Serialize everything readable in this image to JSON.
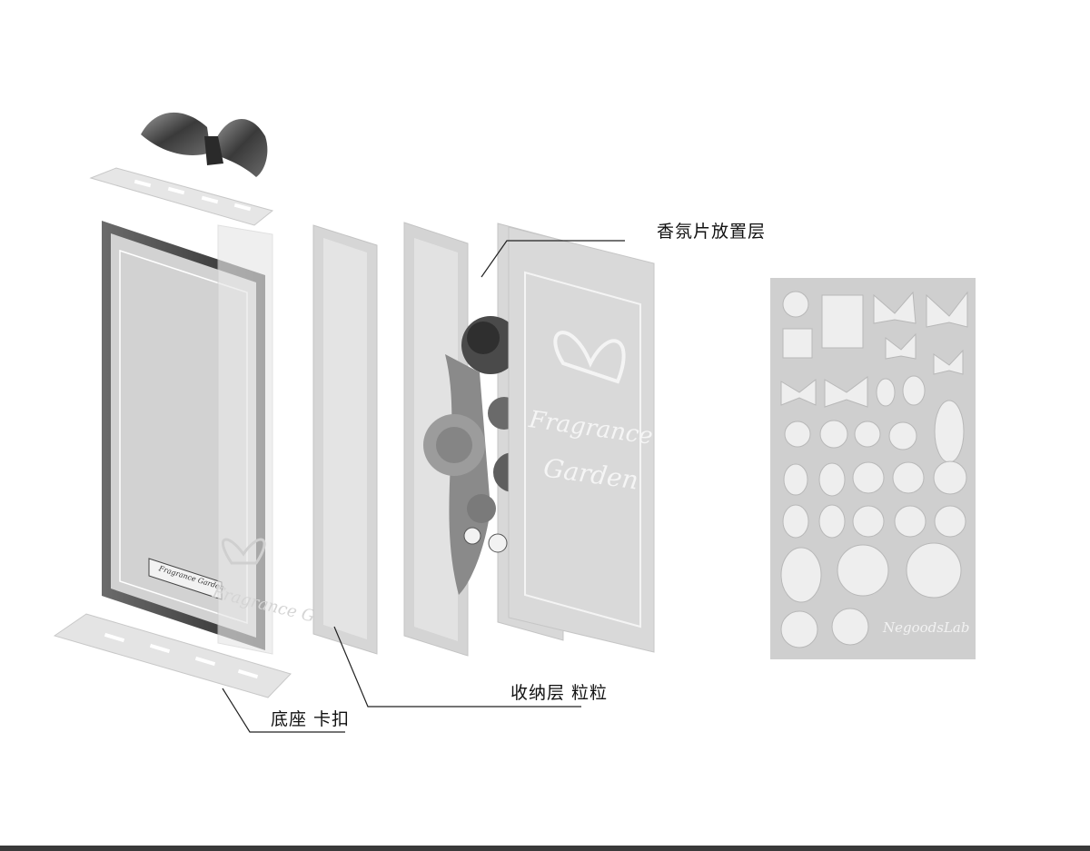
{
  "labels": {
    "fragrance_layer": "香氛片放置层",
    "storage_layer": "收纳层  粒粒",
    "base_clip": "底座  卡扣"
  },
  "panel_texts": {
    "frame_plaque": "Fragrance Garden",
    "clear_layer_script": "Fragrance Garden",
    "back_layer_line1": "Fragrance",
    "back_layer_line2": "Garden"
  },
  "sticker_sheet": {
    "brand": "NegoodsLab"
  },
  "colors": {
    "frame_dark": "#3d3d3d",
    "panel_grey": "#c9c9c9",
    "clear_panel": "#e4e4e4",
    "sheet_grey": "#cfcfcf",
    "line": "#222222"
  }
}
